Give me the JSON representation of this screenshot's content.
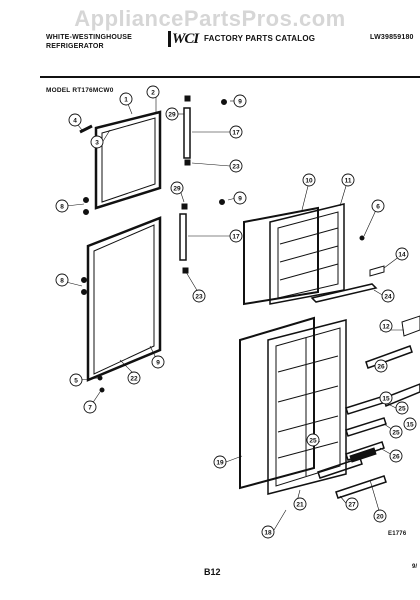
{
  "watermark": "AppliancePartsPros.com",
  "header": {
    "brand_line1": "WHITE-WESTINGHOUSE",
    "brand_line2": "REFRIGERATOR",
    "logo": "WCI",
    "catalog_title": "FACTORY PARTS CATALOG",
    "catalog_number": "LW39859180",
    "model": "MODEL RT176MCW0"
  },
  "footer": {
    "figure_id": "E1776",
    "page_number": "B12",
    "corner_mark": "9/"
  },
  "callouts": [
    "1",
    "2",
    "3",
    "4",
    "5",
    "6",
    "7",
    "8",
    "9",
    "10",
    "11",
    "12",
    "14",
    "15",
    "17",
    "18",
    "19",
    "20",
    "21",
    "22",
    "23",
    "24",
    "25",
    "26",
    "27",
    "29"
  ]
}
